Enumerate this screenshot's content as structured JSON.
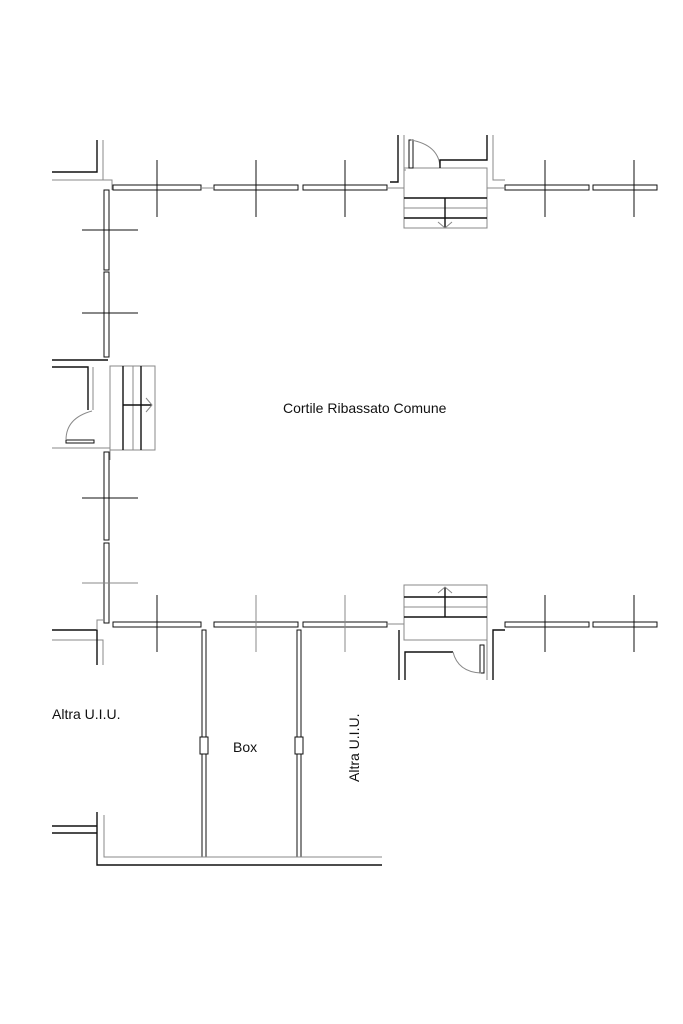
{
  "plan": {
    "courtyard_label": "Cortile Ribassato Comune",
    "left_unit_label": "Altra U.I.U.",
    "box_label": "Box",
    "right_unit_label": "Altra U.I.U."
  },
  "colors": {
    "line": "#111111",
    "background": "#ffffff"
  }
}
